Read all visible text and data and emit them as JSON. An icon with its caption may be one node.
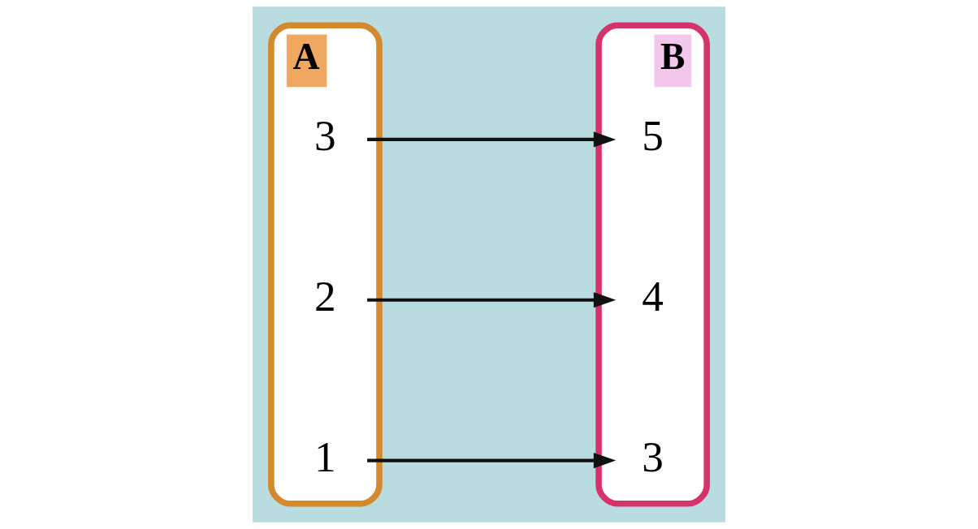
{
  "diagram": {
    "nodes": [
      {
        "text": [
          "A"
        ]
      },
      {
        "text": [
          "1"
        ],
        "in": 0
      },
      {
        "text": [
          "2"
        ],
        "in": 0
      },
      {
        "text": [
          "3"
        ],
        "in": 0
      },
      {
        "text": [
          "B"
        ]
      },
      {
        "text": [
          "3"
        ],
        "in": 4
      },
      {
        "text": [
          "4"
        ],
        "in": 4
      },
      {
        "text": [
          "5"
        ],
        "in": 4
      }
    ],
    "edges": [
      {
        "from": 1,
        "to": 5,
        "arrow": "to"
      },
      {
        "from": 2,
        "to": 6,
        "arrow": "to"
      },
      {
        "from": 3,
        "to": 7,
        "arrow": "to"
      }
    ]
  }
}
